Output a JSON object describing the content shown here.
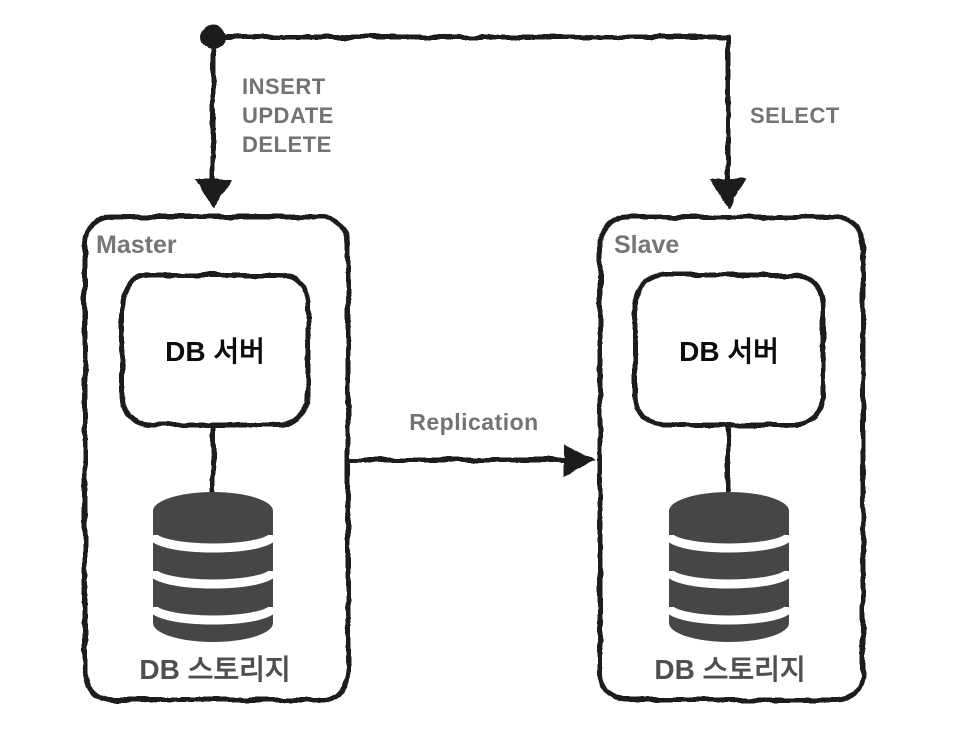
{
  "diagram": {
    "type": "database-replication-diagram",
    "colors": {
      "stroke": "#1c1c1c",
      "edge_label": "#737373",
      "node_title": "#767676",
      "server_label": "#0d0d0d",
      "storage_label": "#4f4f4f",
      "database_icon": "#464646",
      "canvas_bg": "#ffffff"
    },
    "edges": {
      "write": {
        "lines": [
          "INSERT",
          "UPDATE",
          "DELETE"
        ],
        "to": "Master"
      },
      "read": {
        "label": "SELECT",
        "to": "Slave"
      },
      "replication": {
        "label": "Replication",
        "from": "Master",
        "to": "Slave"
      }
    },
    "nodes": {
      "master": {
        "title": "Master",
        "server": "DB 서버",
        "storage": "DB 스토리지"
      },
      "slave": {
        "title": "Slave",
        "server": "DB 서버",
        "storage": "DB 스토리지"
      }
    },
    "icons": {
      "junction": "junction-dot",
      "arrowhead": "arrowhead-triangle",
      "database": "database-cylinder-icon"
    }
  }
}
